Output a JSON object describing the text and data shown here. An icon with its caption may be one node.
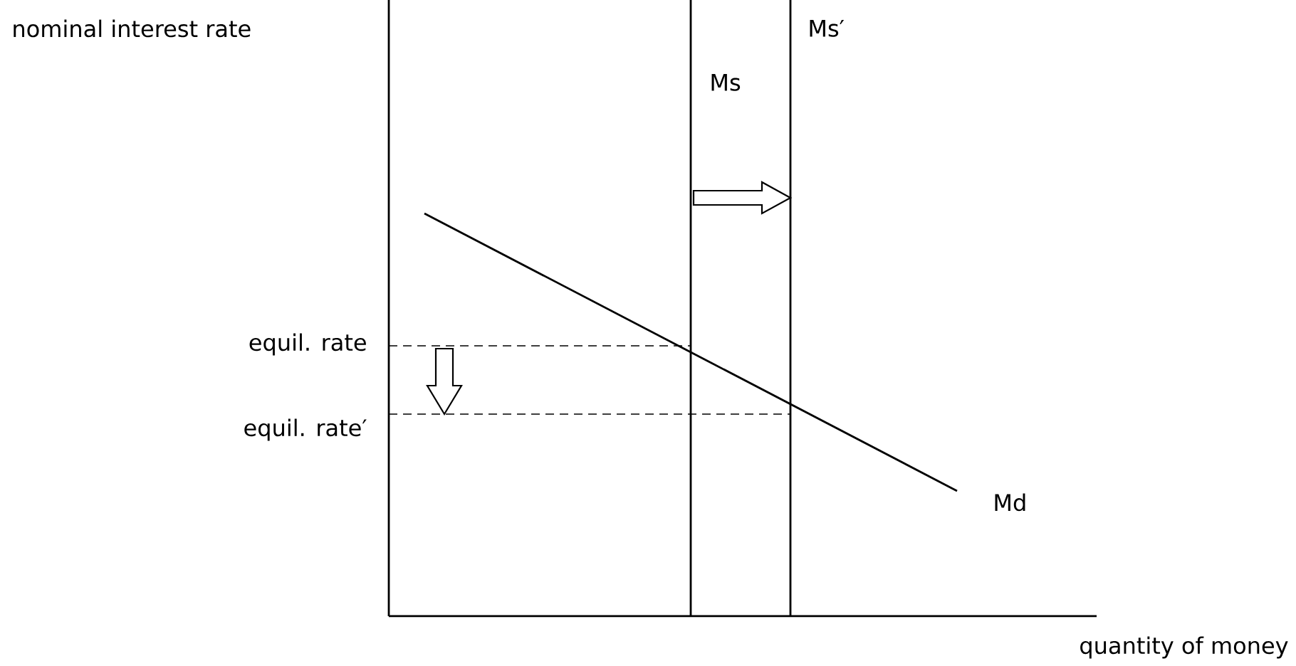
{
  "diagram": {
    "labels": [
      "nominal interest rate",
      "Ms′",
      "Ms",
      "equil. rate",
      "equil. rate′",
      "Md",
      "quantity of money"
    ]
  }
}
